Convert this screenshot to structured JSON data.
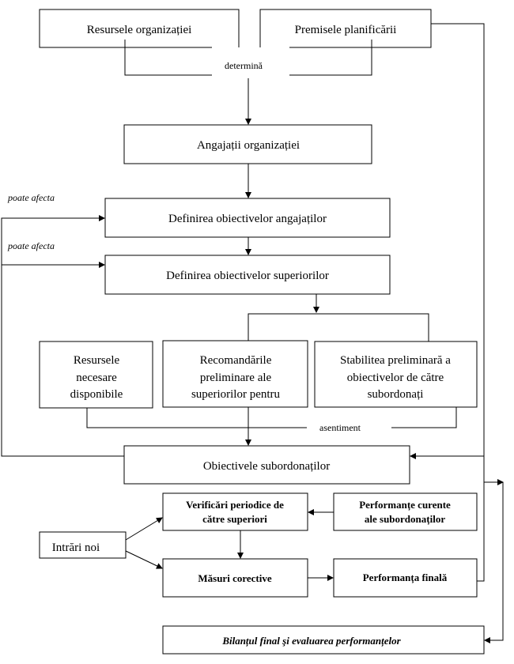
{
  "nodes": {
    "resurse_org": "Resursele organizației",
    "premise": "Premisele planificării",
    "determina": "determină",
    "angajati": "Angajații organizației",
    "def_ang": "Definirea obiectivelor angajaților",
    "def_sup": "Definirea obiectivelor superiorilor",
    "poate_afecta_1": "poate afecta",
    "poate_afecta_2": "poate afecta",
    "resurse_nec": [
      "Resursele",
      "necesare",
      "disponibile"
    ],
    "recomandari": [
      "Recomandările",
      "preliminare ale",
      "superiorilor pentru"
    ],
    "stabilirea": [
      "Stabilitea preliminară a",
      "obiectivelor de către",
      "subordonați"
    ],
    "asentiment": "asentiment",
    "obiective_sub": "Obiectivele subordonaților",
    "verificari": [
      "Verificări periodice de",
      "către superiori"
    ],
    "performante_curente": [
      "Performanțe curente",
      "ale subordonaților"
    ],
    "intrari": "Intrări noi",
    "masuri": "Măsuri corective",
    "perf_finala": "Performanța finală",
    "bilant": "Bilanțul final şi evaluarea performanțelor"
  }
}
